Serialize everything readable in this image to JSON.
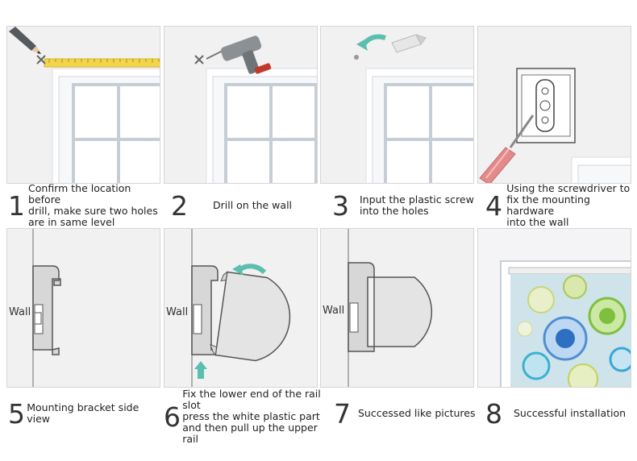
{
  "steps": [
    {
      "num": "1",
      "text": "Confirm the location before\ndrill, make sure two holes\nare in same level"
    },
    {
      "num": "2",
      "text": "Drill on the wall"
    },
    {
      "num": "3",
      "text": "Input the plastic screw\ninto the holes"
    },
    {
      "num": "4",
      "text": "Using the screwdriver to\nfix the mounting hardware\ninto the wall"
    },
    {
      "num": "5",
      "text": "Mounting bracket side view"
    },
    {
      "num": "6",
      "text": "Fix the lower end of the rail slot\npress the white plastic part\nand then pull up the upper rail"
    },
    {
      "num": "7",
      "text": "Successed like pictures"
    },
    {
      "num": "8",
      "text": "Successful installation"
    }
  ],
  "wall_label": "Wall",
  "colors": {
    "accent": "#5bbfb0",
    "ruler": "#f3d54a",
    "panel": "#f1f1f2"
  }
}
